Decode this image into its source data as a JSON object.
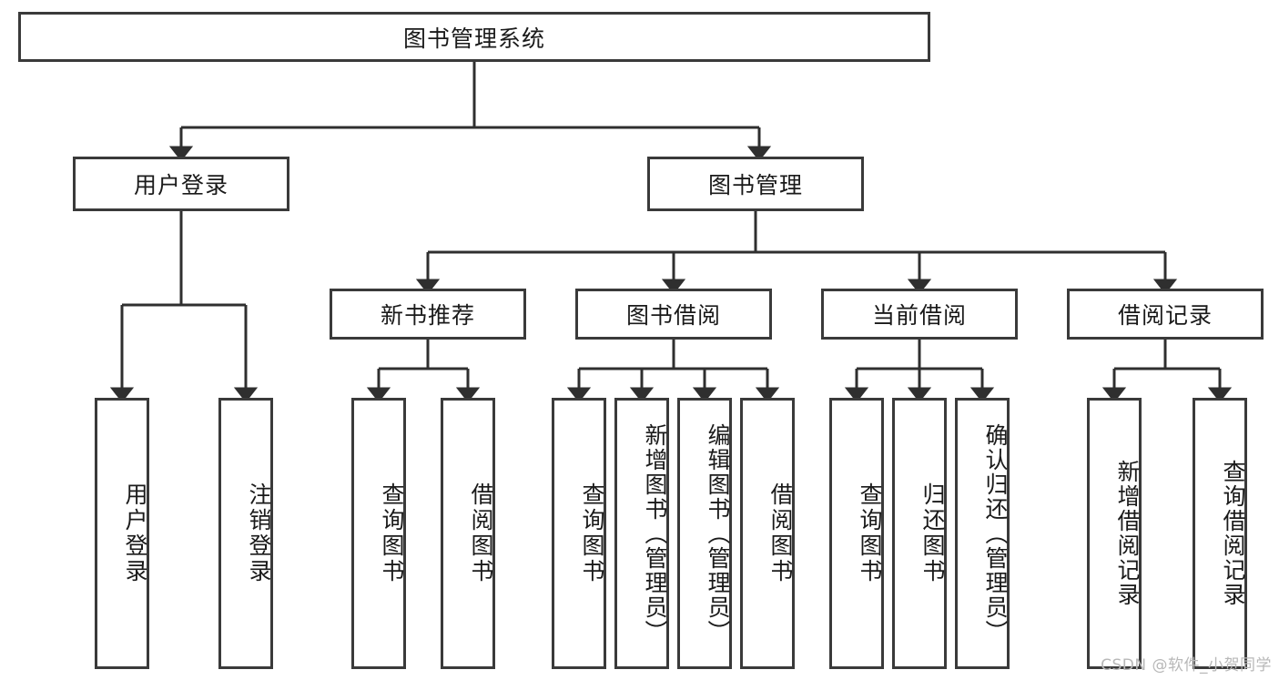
{
  "diagram": {
    "title": "图书管理系统",
    "type": "hierarchy-tree",
    "colors": {
      "background": "#ffffff",
      "border": "#3a3a3a",
      "text": "#1a1a1a",
      "edge": "#2f2f2f",
      "watermark": "#b8b8b8"
    },
    "root": {
      "label": "图书管理系统"
    },
    "level2": [
      {
        "label": "用户登录"
      },
      {
        "label": "图书管理"
      }
    ],
    "level3": [
      {
        "label": "新书推荐"
      },
      {
        "label": "图书借阅"
      },
      {
        "label": "当前借阅"
      },
      {
        "label": "借阅记录"
      }
    ],
    "leaves": {
      "user_login": [
        {
          "label": "用户登录"
        },
        {
          "label": "注销登录"
        }
      ],
      "new_book_recommend": [
        {
          "label": "查询图书"
        },
        {
          "label": "借阅图书"
        }
      ],
      "book_borrow": [
        {
          "label": "查询图书"
        },
        {
          "label": "新增图书（管理员）"
        },
        {
          "label": "编辑图书（管理员）"
        },
        {
          "label": "借阅图书"
        }
      ],
      "current_borrow": [
        {
          "label": "查询图书"
        },
        {
          "label": "归还图书"
        },
        {
          "label": "确认归还（管理员）"
        }
      ],
      "borrow_record": [
        {
          "label": "新增借阅记录"
        },
        {
          "label": "查询借阅记录"
        }
      ]
    }
  },
  "watermark": {
    "text": "CSDN @软件_小贺同学"
  }
}
